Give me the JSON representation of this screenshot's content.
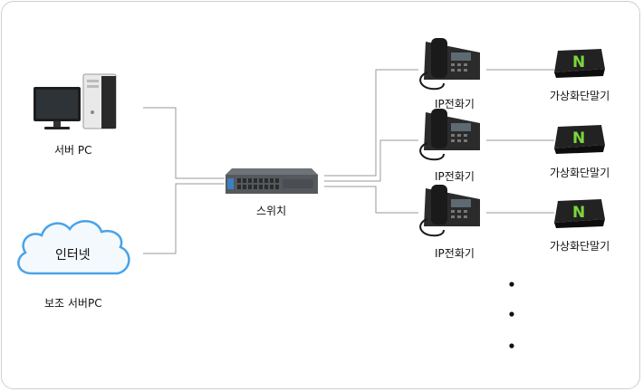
{
  "nodes": {
    "server_pc": "서버 PC",
    "internet": "인터넷",
    "backup_pc": "보조 서버PC",
    "switch": "스위치",
    "ip_phone": "IP전화기",
    "terminal": "가상화단말기"
  },
  "rows": [
    {
      "phone_label": "IP전화기",
      "terminal_label": "가상화단말기"
    },
    {
      "phone_label": "IP전화기",
      "terminal_label": "가상화단말기"
    },
    {
      "phone_label": "IP전화기",
      "terminal_label": "가상화단말기"
    }
  ],
  "colors": {
    "line": "#9a9a9a",
    "frame": "#cfcfcf",
    "cloud_stroke": "#4aa3e8",
    "cloud_fill": "#f4f9fe",
    "terminal_logo": "#7ad63a"
  }
}
